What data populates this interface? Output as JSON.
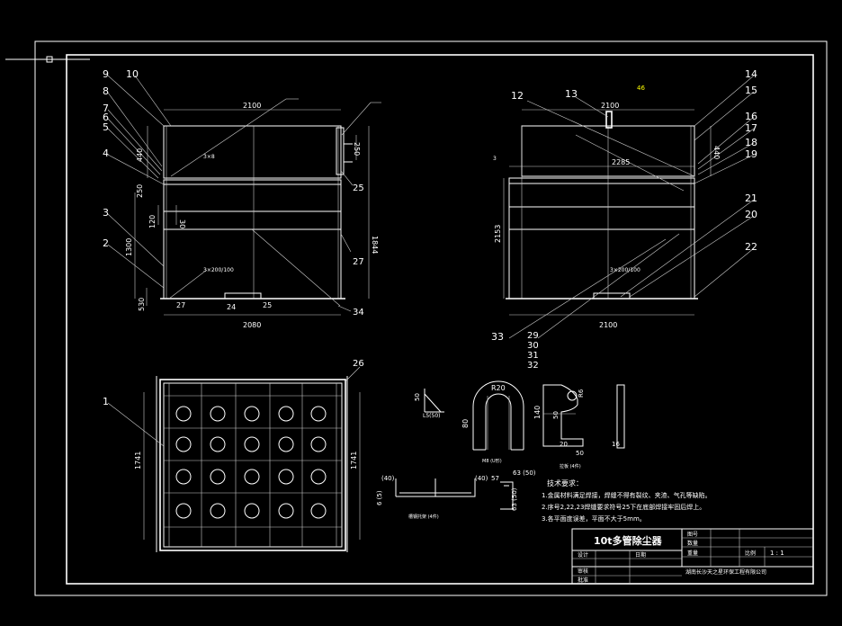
{
  "title_block": {
    "title": "10t多管除尘器",
    "company": "湖南长沙天之星环保工程有限公司",
    "ratio_label": "比例",
    "ratio_value": "1 : 1",
    "r1": "图号",
    "r2": "数量",
    "r3": "重量",
    "design": "设计",
    "check": "审核",
    "approve": "批准",
    "date": "日期"
  },
  "tech_notes": {
    "heading": "技术要求：",
    "lines": [
      "1.金属材料满足焊接，焊缝不得有裂纹、夹渣、气孔等缺陷。",
      "2.序号2,22,23焊缝要求符号25下在底部焊接牢固后焊上。",
      "3.各平面度误差，平面不大于5mm。"
    ]
  },
  "part_numbers": {
    "front_left": [
      "9",
      "10",
      "8",
      "7",
      "6",
      "5",
      "4",
      "3",
      "2"
    ],
    "front_right": [
      "25",
      "27",
      "34"
    ],
    "side_left": [
      "12",
      "13"
    ],
    "side_right": [
      "14",
      "15",
      "16",
      "17",
      "18",
      "19",
      "21",
      "20",
      "22"
    ],
    "side_bottom": [
      "33",
      "29",
      "30",
      "31",
      "32"
    ],
    "plan": [
      "1",
      "26"
    ]
  },
  "dimensions": {
    "front_width_top": "2100",
    "front_width_bottom": "2080",
    "front_height": "1844",
    "front_upper": "440",
    "front_lower": "1300",
    "front_base": "530",
    "front_mid_a": "250",
    "front_mid_b": "120",
    "front_mid_c": "30",
    "front_small": "250",
    "side_width_top": "2100",
    "side_width_inner": "2285",
    "side_width_bottom": "2100",
    "side_height": "2153",
    "side_upper": "440",
    "plan_left": "1741",
    "plan_right": "1741",
    "front_bottom_labels": [
      "27",
      "24",
      "25"
    ],
    "front_note_a": "3×200/100",
    "side_note_a": "3×200/100",
    "front_note_b": "3×8",
    "side_top_value": "46",
    "side_left_label": "3"
  },
  "details": {
    "angle_label": "50",
    "angle_sub": "L5(50)",
    "ubolt_r": "R20",
    "ubolt_h": "80",
    "ubolt_caption": "M8 (U形)",
    "plate_h": "140",
    "plate_w": "50",
    "plate_c": "50",
    "plate_a": "20",
    "plate_r": "R6",
    "plate_caption": "拉板 (4件)",
    "flat_t": "16",
    "channel_a": "(40)",
    "channel_b": "57",
    "channel_c": "63 (50)",
    "channel_d": "6 (5)",
    "channel_e": "63 (50)",
    "channel_caption": "槽钢托架 (4件)",
    "channel_left_a": "(40)"
  }
}
